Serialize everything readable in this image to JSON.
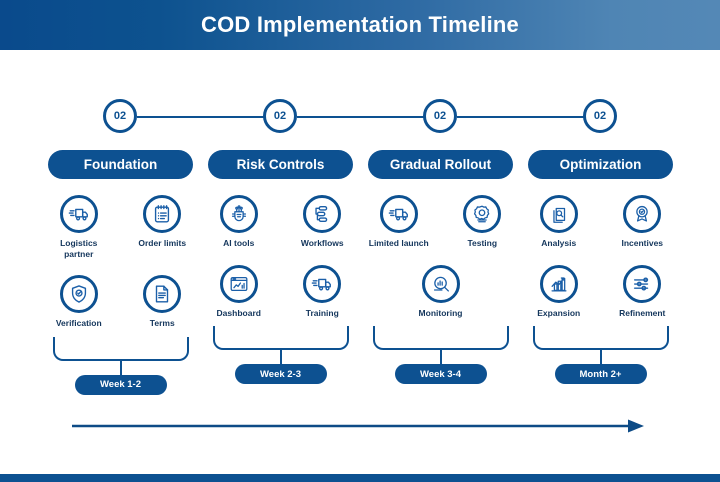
{
  "header": {
    "title": "COD Implementation Timeline",
    "gradient_start": "#0a4a8c",
    "gradient_end": "#5488b6"
  },
  "theme": {
    "primary": "#0d5191",
    "text_dark": "#14365c",
    "background": "#ffffff"
  },
  "timeline": {
    "nodes": [
      {
        "label": "02"
      },
      {
        "label": "02"
      },
      {
        "label": "02"
      },
      {
        "label": "02"
      }
    ]
  },
  "phases": [
    {
      "title": "Foundation",
      "duration": "Week 1-2",
      "rows": [
        [
          {
            "caption": "Logistics partner",
            "icon": "delivery-truck-icon"
          },
          {
            "caption": "Order limits",
            "icon": "clipboard-checklist-icon"
          }
        ],
        [
          {
            "caption": "Verification",
            "icon": "shield-check-icon"
          },
          {
            "caption": "Terms",
            "icon": "document-text-icon"
          }
        ]
      ]
    },
    {
      "title": "Risk Controls",
      "duration": "Week 2-3",
      "rows": [
        [
          {
            "caption": "AI tools",
            "icon": "ai-chip-icon"
          },
          {
            "caption": "Workflows",
            "icon": "workflow-nodes-icon"
          }
        ],
        [
          {
            "caption": "Dashboard",
            "icon": "dashboard-chart-icon"
          },
          {
            "caption": "Training",
            "icon": "delivery-truck-icon"
          }
        ]
      ]
    },
    {
      "title": "Gradual Rollout",
      "duration": "Week 3-4",
      "rows": [
        [
          {
            "caption": "Limited launch",
            "icon": "delivery-truck-icon"
          },
          {
            "caption": "Testing",
            "icon": "gear-badge-icon"
          }
        ],
        [
          {
            "caption": "Monitoring",
            "icon": "magnifier-chart-icon"
          }
        ]
      ]
    },
    {
      "title": "Optimization",
      "duration": "Month 2+",
      "rows": [
        [
          {
            "caption": "Analysis",
            "icon": "documents-magnifier-icon"
          },
          {
            "caption": "Incentives",
            "icon": "award-ribbon-icon"
          }
        ],
        [
          {
            "caption": "Expansion",
            "icon": "growth-chart-icon"
          },
          {
            "caption": "Refinement",
            "icon": "sliders-icon"
          }
        ]
      ]
    }
  ],
  "flow_arrow": {
    "direction": "right"
  }
}
